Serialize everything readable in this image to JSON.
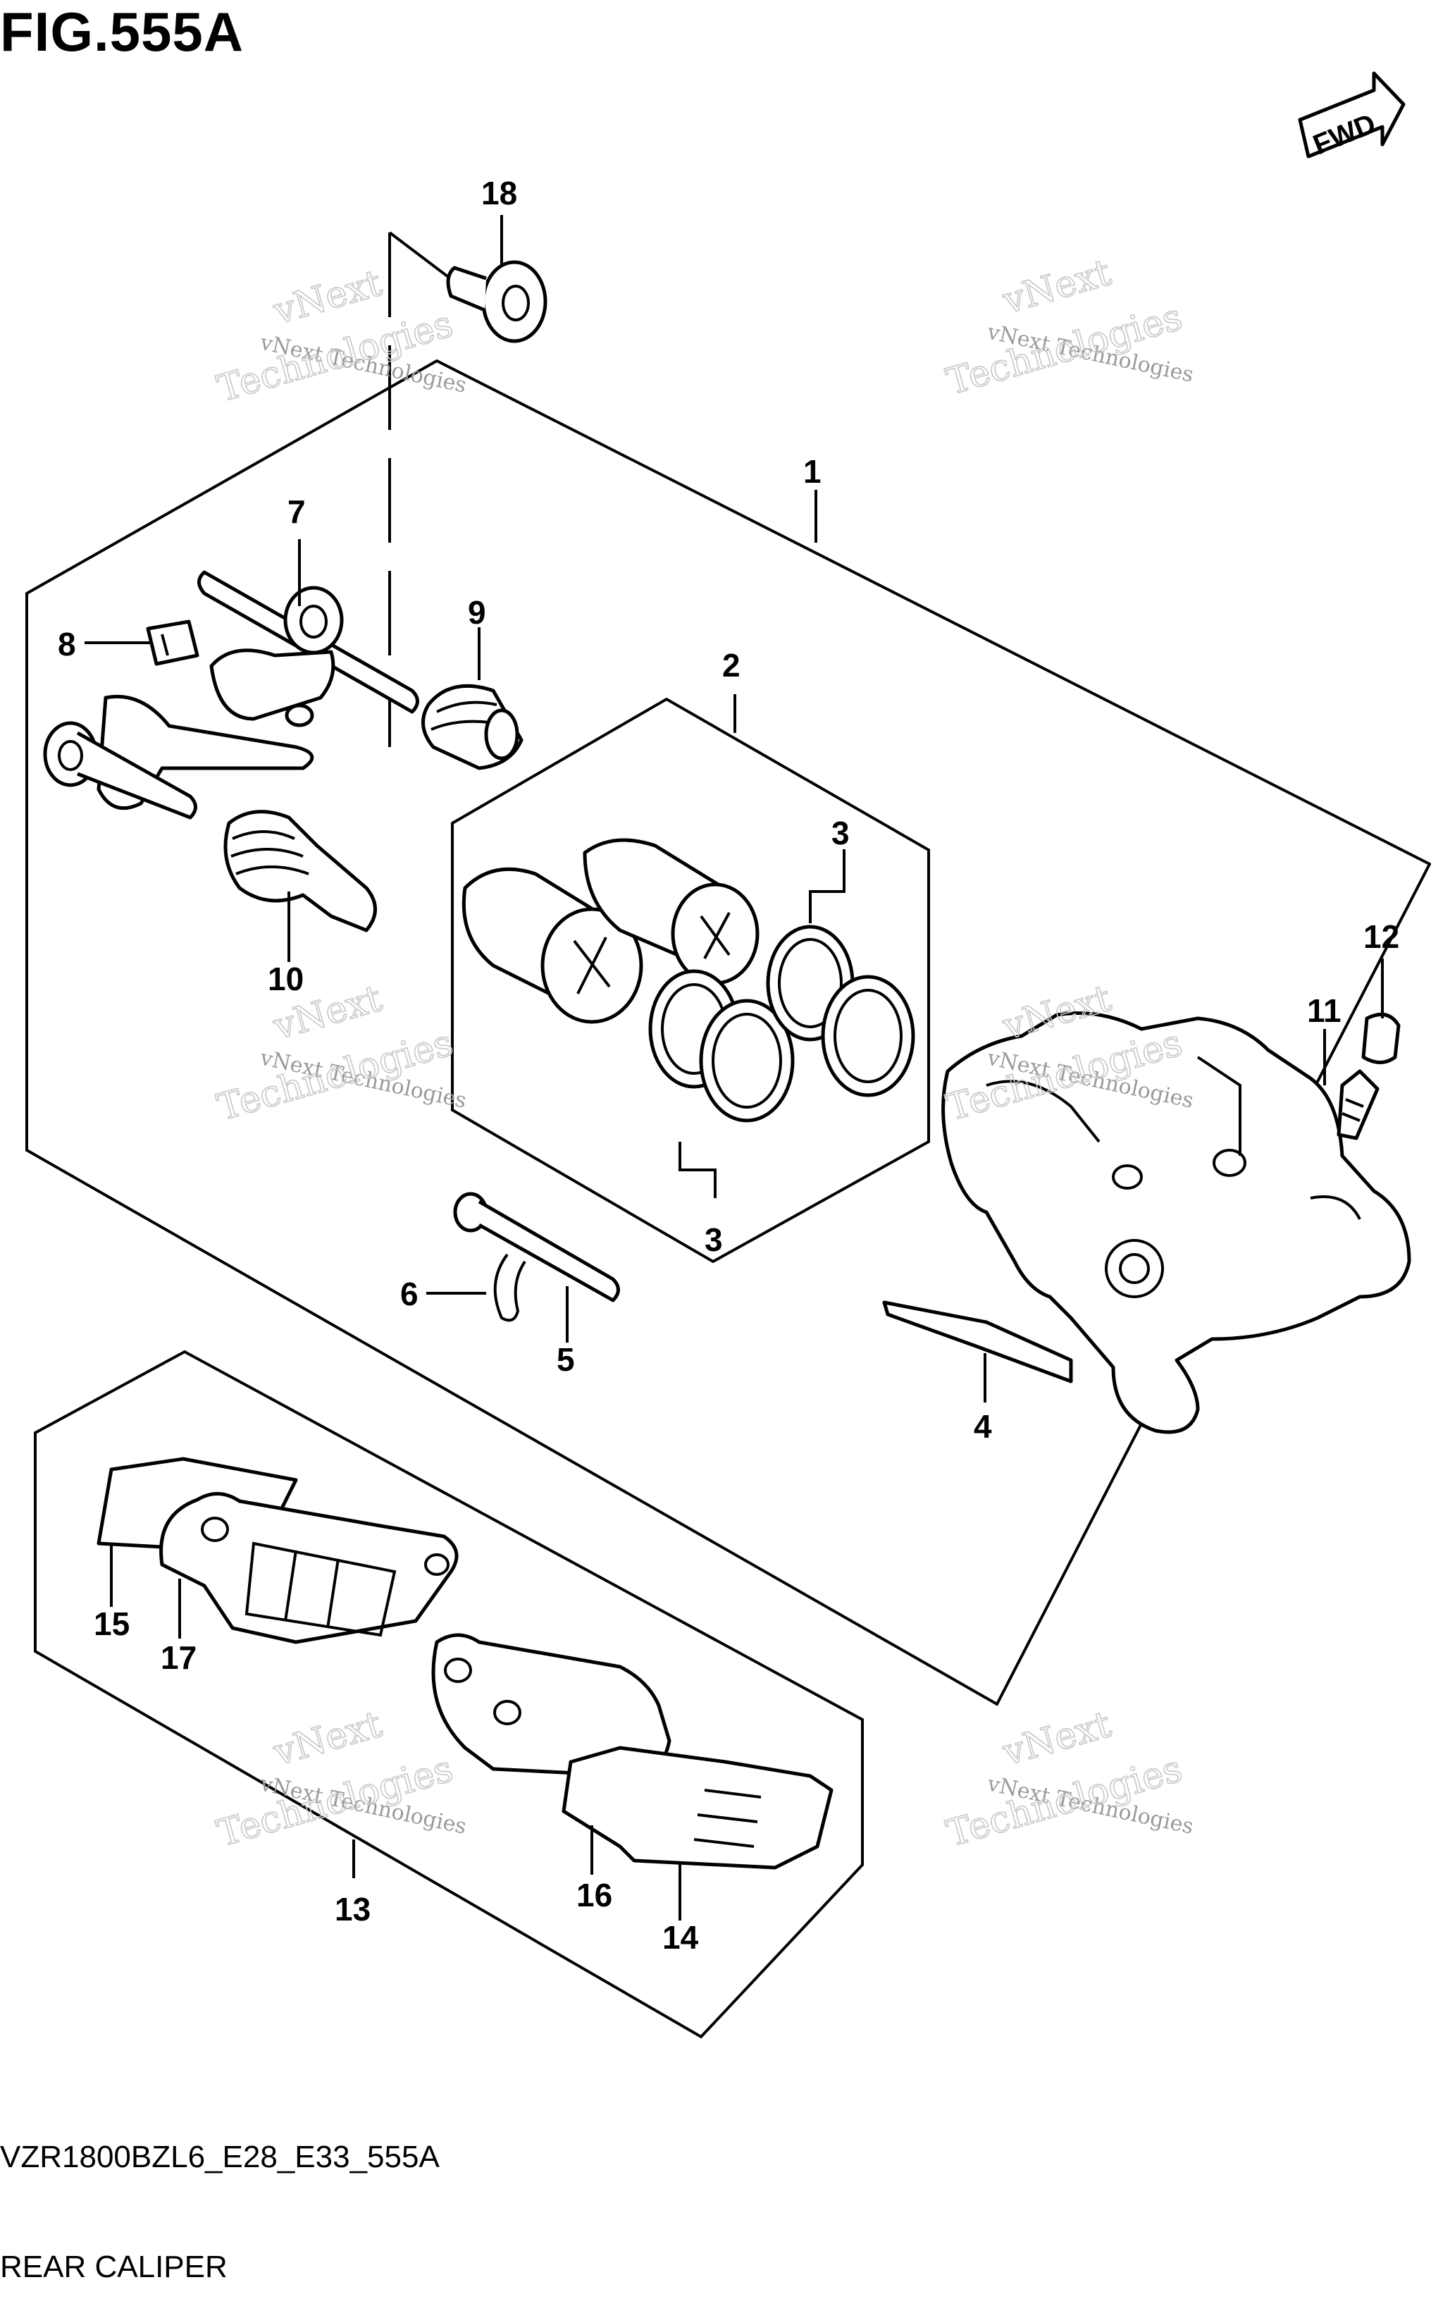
{
  "figure": {
    "title": "FIG.555A",
    "code": "VZR1800BZL6_E28_E33_555A",
    "name": "REAR CALIPER"
  },
  "direction_badge": {
    "label": "FWD"
  },
  "callouts": [
    {
      "id": "1",
      "label": "1"
    },
    {
      "id": "2",
      "label": "2"
    },
    {
      "id": "3a",
      "label": "3"
    },
    {
      "id": "3b",
      "label": "3"
    },
    {
      "id": "4",
      "label": "4"
    },
    {
      "id": "5",
      "label": "5"
    },
    {
      "id": "6",
      "label": "6"
    },
    {
      "id": "7",
      "label": "7"
    },
    {
      "id": "8",
      "label": "8"
    },
    {
      "id": "9",
      "label": "9"
    },
    {
      "id": "10",
      "label": "10"
    },
    {
      "id": "11",
      "label": "11"
    },
    {
      "id": "12",
      "label": "12"
    },
    {
      "id": "13",
      "label": "13"
    },
    {
      "id": "14",
      "label": "14"
    },
    {
      "id": "15",
      "label": "15"
    },
    {
      "id": "16",
      "label": "16"
    },
    {
      "id": "17",
      "label": "17"
    },
    {
      "id": "18",
      "label": "18"
    }
  ],
  "watermark": {
    "line1": "vNext Technologies",
    "line2": "vNext",
    "line3": "Technologies"
  }
}
